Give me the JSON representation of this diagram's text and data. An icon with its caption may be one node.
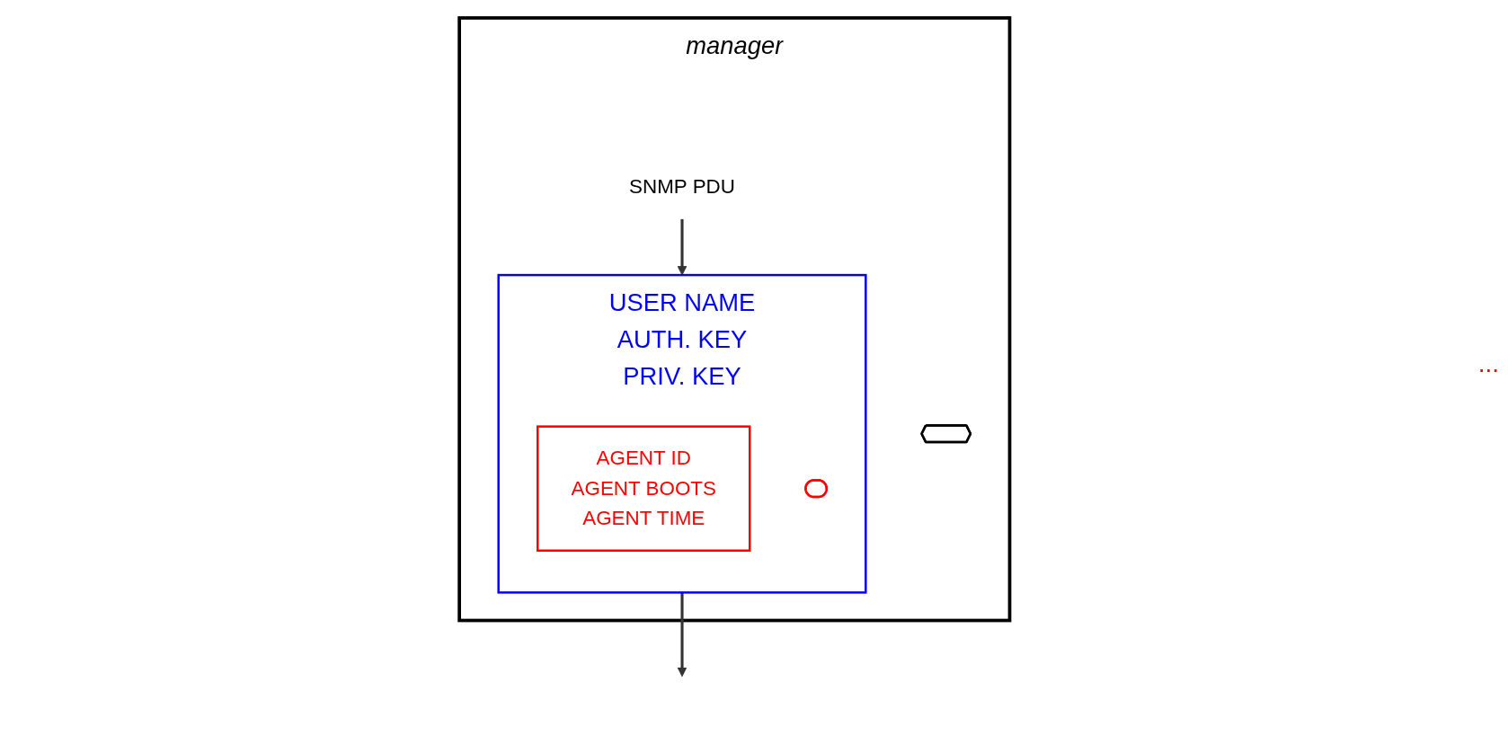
{
  "diagram": {
    "nodes": [
      {
        "text": [
          "manager"
        ]
      },
      {
        "text": [
          "SNMP PDU"
        ],
        "in": 0
      },
      {
        "text": [],
        "shape": "hexagon",
        "in": 0
      },
      {
        "text": [
          "USER NAME",
          "AUTH. KEY",
          "PRIV. KEY"
        ],
        "in": 0
      },
      {
        "text": [
          "AGENT ID",
          "AGENT BOOTS",
          "AGENT TIME"
        ],
        "in": 3
      },
      {
        "text": [],
        "shape": "ellipse",
        "in": 3
      }
    ],
    "edges": [
      {
        "from": 1,
        "to": 3,
        "arrow": "to"
      },
      {
        "from": 3,
        "to": null,
        "arrow": "to"
      }
    ],
    "labels": [
      "..."
    ]
  }
}
